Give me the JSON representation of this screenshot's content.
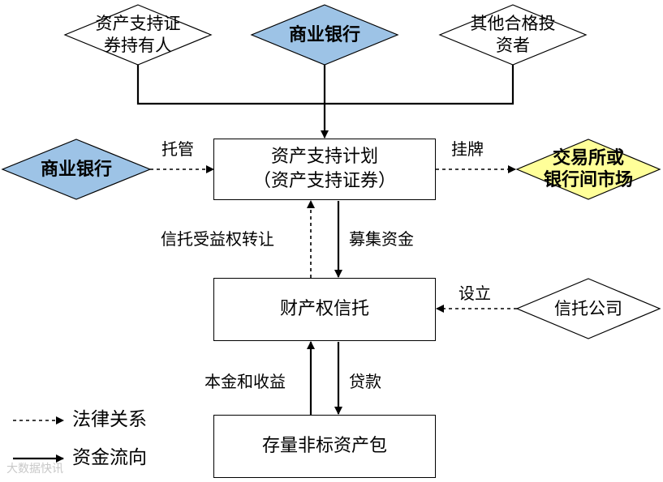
{
  "diagram": {
    "investors": {
      "abs_holders": [
        "资产支持证",
        "券持有人"
      ],
      "commercial_bank": "商业银行",
      "other_investors": [
        "其他合格投",
        "资者"
      ]
    },
    "custodian_bank": "商业银行",
    "plan": [
      "资产支持计划",
      "（资产支持证券）"
    ],
    "exchange": [
      "交易所或",
      "银行间市场"
    ],
    "property_trust": "财产权信托",
    "trust_company": "信托公司",
    "asset_pool": "存量非标资产包",
    "edge_labels": {
      "custody": "托管",
      "listing": "挂牌",
      "transfer": "信托受益权转让",
      "raise": "募集资金",
      "establish": "设立",
      "principal": "本金和收益",
      "loan": "贷款"
    },
    "colors": {
      "blue": "#9dc3e6",
      "yellow": "#ffff99",
      "white": "#ffffff"
    }
  },
  "legend": {
    "legal": "法律关系",
    "funds": "资金流向"
  },
  "watermark": "大数据快讯"
}
